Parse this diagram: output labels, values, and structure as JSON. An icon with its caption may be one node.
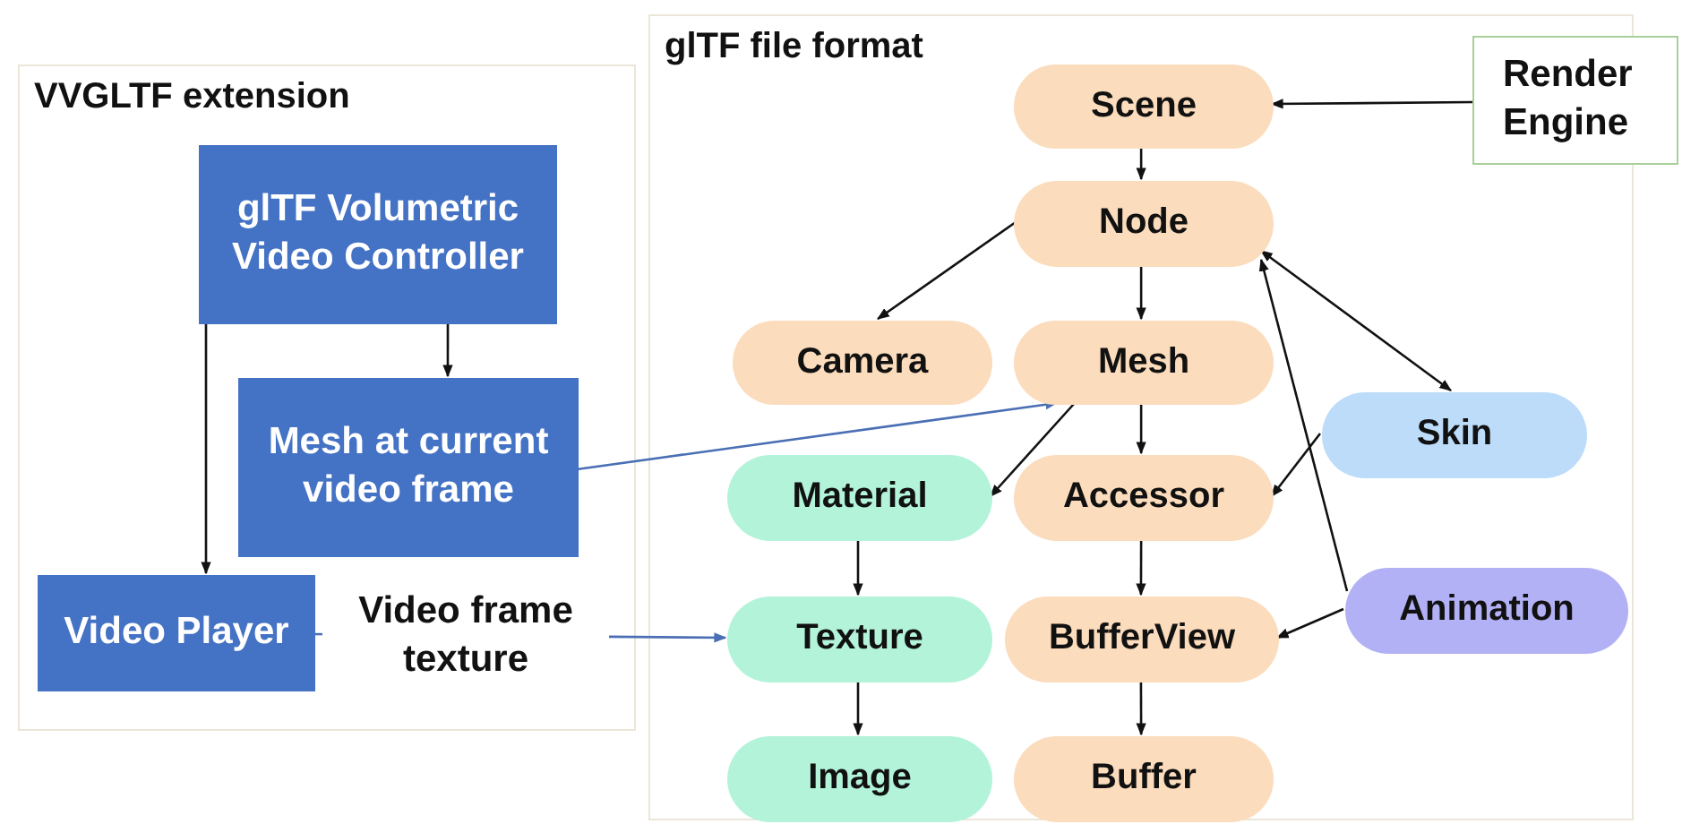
{
  "diagram": {
    "nodes": [
      {
        "text": [
          "VVGLTF extension"
        ]
      },
      {
        "text": [
          "glTF Volumetric Video Controller"
        ],
        "in": 0
      },
      {
        "text": [
          "Mesh at current video frame"
        ],
        "in": 0
      },
      {
        "text": [
          "Video Player"
        ],
        "in": 0
      },
      {
        "text": [
          "glTF file format"
        ]
      },
      {
        "text": [
          "Scene"
        ],
        "in": 4
      },
      {
        "text": [
          "Node"
        ],
        "in": 4
      },
      {
        "text": [
          "Camera"
        ],
        "in": 4
      },
      {
        "text": [
          "Mesh"
        ],
        "in": 4
      },
      {
        "text": [
          "Material"
        ],
        "in": 4
      },
      {
        "text": [
          "Accessor"
        ],
        "in": 4
      },
      {
        "text": [
          "Skin"
        ],
        "in": 4
      },
      {
        "text": [
          "Texture"
        ],
        "in": 4
      },
      {
        "text": [
          "BufferView"
        ],
        "in": 4
      },
      {
        "text": [
          "Animation"
        ],
        "in": 4
      },
      {
        "text": [
          "Image"
        ],
        "in": 4
      },
      {
        "text": [
          "Buffer"
        ],
        "in": 4
      },
      {
        "text": [
          "Render Engine"
        ]
      }
    ],
    "edges": [
      {
        "from": 1,
        "to": 2,
        "arrow": "to"
      },
      {
        "from": 1,
        "to": 3,
        "arrow": "to"
      },
      {
        "from": 2,
        "to": 8,
        "arrow": "to",
        "color": "#4a6fb5"
      },
      {
        "from": 3,
        "to": 12,
        "arrow": "to",
        "label": "Video frame texture",
        "color": "#4a6fb5"
      },
      {
        "from": 17,
        "to": 5,
        "arrow": "to"
      },
      {
        "from": 5,
        "to": 6,
        "arrow": "to"
      },
      {
        "from": 6,
        "to": 7,
        "arrow": "to"
      },
      {
        "from": 6,
        "to": 8,
        "arrow": "to"
      },
      {
        "from": 6,
        "to": 11,
        "arrow": "both"
      },
      {
        "from": 8,
        "to": 10,
        "arrow": "to"
      },
      {
        "from": 8,
        "to": 9,
        "arrow": "to"
      },
      {
        "from": 11,
        "to": 10,
        "arrow": "to"
      },
      {
        "from": 9,
        "to": 12,
        "arrow": "to"
      },
      {
        "from": 10,
        "to": 13,
        "arrow": "to"
      },
      {
        "from": 14,
        "to": 6,
        "arrow": "to"
      },
      {
        "from": 14,
        "to": 13,
        "arrow": "to"
      },
      {
        "from": 12,
        "to": 15,
        "arrow": "to"
      },
      {
        "from": 13,
        "to": 16,
        "arrow": "to"
      }
    ]
  }
}
